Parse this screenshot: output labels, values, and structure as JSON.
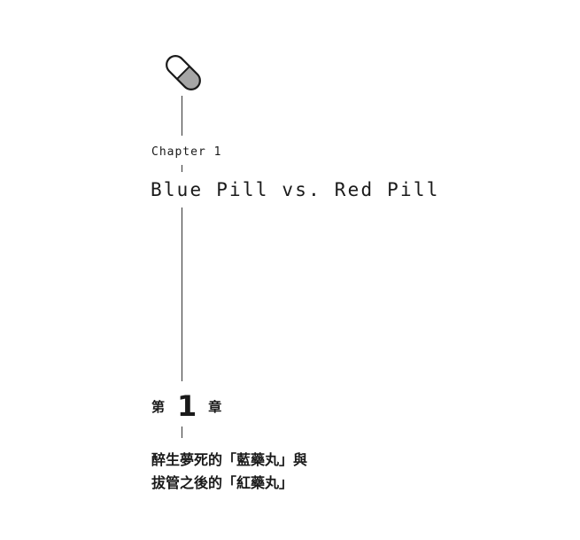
{
  "chapter": {
    "label": "Chapter 1",
    "title_en": "Blue Pill vs. Red Pill",
    "cjk_prefix": "第",
    "number": "1",
    "cjk_suffix": "章",
    "subtitle_lines": [
      "醉生夢死的「藍藥丸」與",
      "拔管之後的「紅藥丸」"
    ]
  },
  "icon": {
    "name": "pill-capsule-icon",
    "colors": {
      "outline": "#1a1a1a",
      "light_half": "#ffffff",
      "dark_half": "#a6a6a6"
    }
  }
}
